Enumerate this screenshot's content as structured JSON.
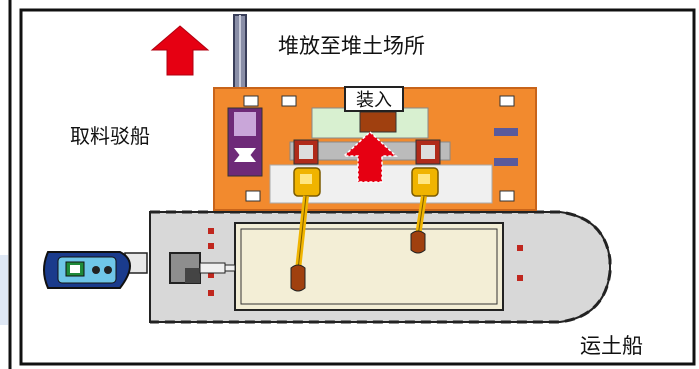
{
  "labels": {
    "stockpile_destination": "堆放至堆土场所",
    "fetch_barge": "取料驳船",
    "load_in": "装入",
    "soil_carrier": "运土船"
  },
  "colors": {
    "barge_deck": "#f28a2e",
    "carrier_hull": "#d8d8d8",
    "hold": "#f3eed6",
    "arrow": "#e60012",
    "excavator": "#f0b400",
    "bucket": "#a0400f",
    "tug_body": "#1a3b8c"
  },
  "icons": {
    "up_arrow": "arrow-up-icon",
    "excavator": "excavator-icon",
    "tugboat": "tugboat-icon"
  }
}
